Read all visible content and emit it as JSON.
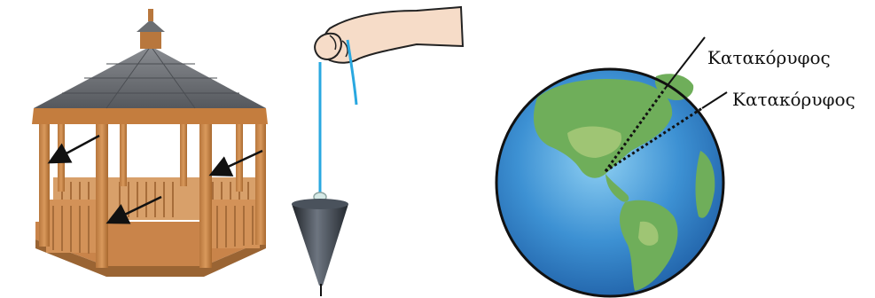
{
  "figure": {
    "panels": [
      {
        "id": "gazebo",
        "description_icon": "gazebo-illustration"
      },
      {
        "id": "plumb-bob",
        "description_icon": "plumb-bob-illustration"
      },
      {
        "id": "earth",
        "description_icon": "earth-globe-illustration"
      }
    ],
    "labels": {
      "vertical_1": "Κατακόρυφος",
      "vertical_2": "Κατακόρυφος"
    },
    "colors": {
      "wood": "#c98a4e",
      "wood_dark": "#9a6433",
      "roof": "#6b6e72",
      "string": "#2aa8e0",
      "bob": "#3a4048",
      "ocean": "#3c8fd1",
      "land": "#6fae5a",
      "skin": "#f6dcc8"
    }
  }
}
